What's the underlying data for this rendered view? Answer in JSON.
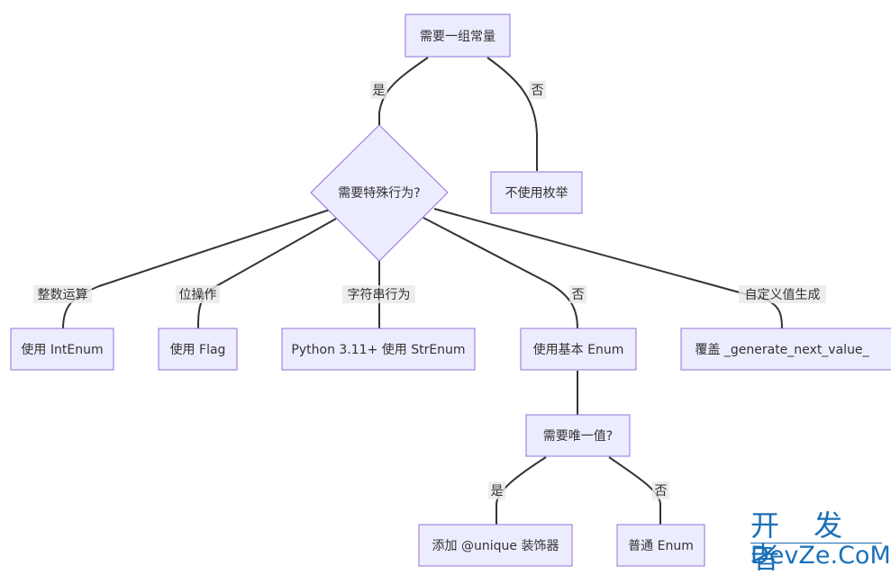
{
  "diagram": {
    "type": "flowchart",
    "nodes": {
      "need_constants": "需要一组常量",
      "special_behavior": "需要特殊行为?",
      "no_enum": "不使用枚举",
      "use_intenum": "使用 IntEnum",
      "use_flag": "使用 Flag",
      "use_strenum": "Python 3.11+ 使用 StrEnum",
      "use_basic_enum": "使用基本 Enum",
      "override_generate": "覆盖 _generate_next_value_",
      "need_unique": "需要唯一值?",
      "add_unique": "添加 @unique 装饰器",
      "plain_enum": "普通 Enum"
    },
    "edges": [
      {
        "from": "need_constants",
        "to": "special_behavior",
        "label": "是"
      },
      {
        "from": "need_constants",
        "to": "no_enum",
        "label": "否"
      },
      {
        "from": "special_behavior",
        "to": "use_intenum",
        "label": "整数运算"
      },
      {
        "from": "special_behavior",
        "to": "use_flag",
        "label": "位操作"
      },
      {
        "from": "special_behavior",
        "to": "use_strenum",
        "label": "字符串行为"
      },
      {
        "from": "special_behavior",
        "to": "use_basic_enum",
        "label": "否"
      },
      {
        "from": "special_behavior",
        "to": "override_generate",
        "label": "自定义值生成"
      },
      {
        "from": "use_basic_enum",
        "to": "need_unique",
        "label": ""
      },
      {
        "from": "need_unique",
        "to": "add_unique",
        "label": "是"
      },
      {
        "from": "need_unique",
        "to": "plain_enum",
        "label": "否"
      }
    ]
  },
  "colors": {
    "node_fill": "#ECECFF",
    "node_stroke": "#9370DB",
    "edge": "#333333",
    "label_bg": "#E8E8E8",
    "watermark": "#1A6FB8"
  },
  "watermark": {
    "cn": "开 发 者",
    "en": "DevZe.CoM"
  }
}
